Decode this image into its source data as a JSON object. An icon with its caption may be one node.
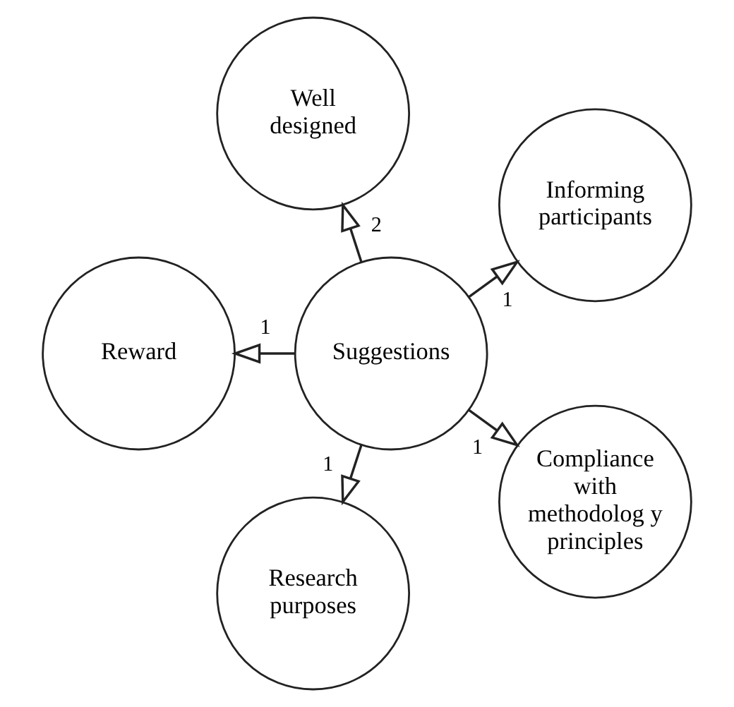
{
  "diagram": {
    "nodes": [
      {
        "text": [
          "Well designed"
        ]
      },
      {
        "text": [
          "Reward"
        ]
      },
      {
        "text": [
          "Suggestions"
        ]
      },
      {
        "text": [
          "Informing participants"
        ]
      },
      {
        "text": [
          "Research purposes"
        ]
      },
      {
        "text": [
          "Compliance with methodolog y principles"
        ]
      }
    ],
    "edges": [
      {
        "from": 2,
        "to": 0,
        "arrow": "to",
        "label": "2"
      },
      {
        "from": 2,
        "to": 3,
        "arrow": "to",
        "label": "1"
      },
      {
        "from": 2,
        "to": 5,
        "arrow": "to",
        "label": "1"
      },
      {
        "from": 2,
        "to": 4,
        "arrow": "to",
        "label": "1"
      },
      {
        "from": 2,
        "to": 1,
        "arrow": "to",
        "label": "1"
      }
    ]
  }
}
